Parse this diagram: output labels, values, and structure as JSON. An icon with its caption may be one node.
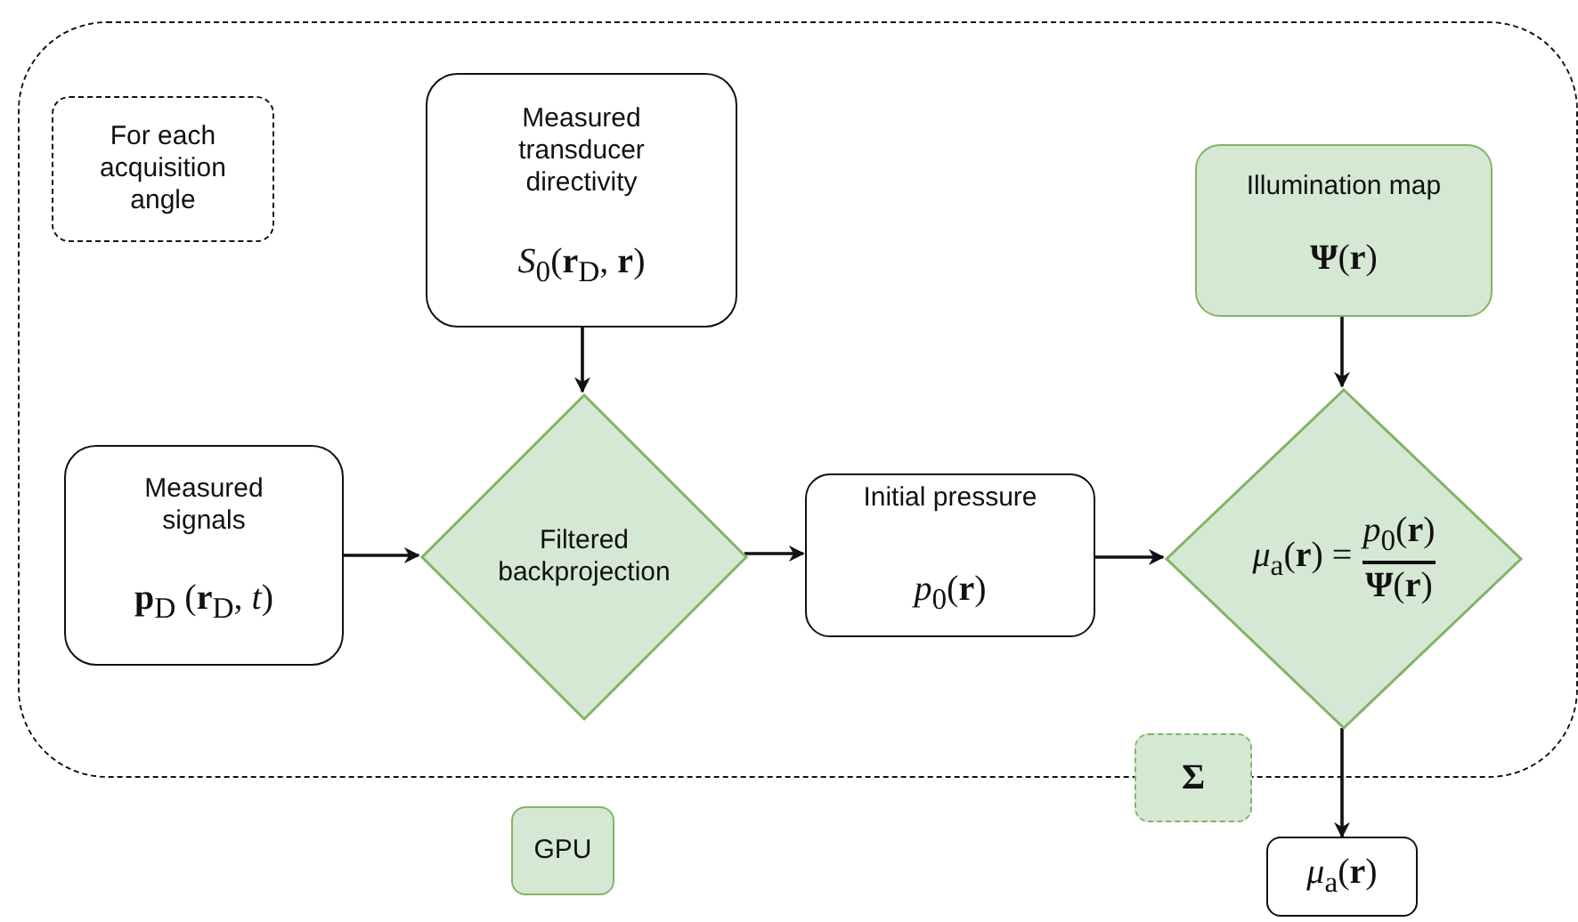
{
  "diagram": {
    "nodes": [
      {
        "text": [],
        "shape": "box"
      },
      {
        "text": [
          "For each acquisition angle"
        ],
        "in": 0
      },
      {
        "text": [
          "Measured transducer directivity",
          "*S*$_{0}$(**r**$_{D}$, **r**)"
        ],
        "in": 0
      },
      {
        "text": [
          "Illumination map",
          "**Ψ**(**r**)"
        ],
        "in": 0
      },
      {
        "text": [
          "Measured signals",
          "**p**$_{D}$ (**r**$_{D}$, *t*)"
        ],
        "in": 0
      },
      {
        "text": [
          "Filtered backprojection"
        ],
        "in": 0
      },
      {
        "text": [
          "Initial pressure",
          "*p*$_{0}$(**r**)"
        ],
        "in": 0
      },
      {
        "text": [
          "*μ*$_{a}$(**r**) =",
          "*p*$_{0}$(**r**)",
          "**Ψ**(**r**)"
        ],
        "in": 0
      },
      {
        "text": [
          "**Σ**"
        ]
      },
      {
        "text": [
          "GPU"
        ]
      },
      {
        "text": [
          "*μ*$_{a}$(**r**)"
        ]
      }
    ],
    "edges": [
      {
        "from": 2,
        "to": 5,
        "arrow": "to"
      },
      {
        "from": 4,
        "to": 5,
        "arrow": "to"
      },
      {
        "from": 5,
        "to": 6,
        "arrow": "to"
      },
      {
        "from": 6,
        "to": 7,
        "arrow": "to"
      },
      {
        "from": 3,
        "to": 7,
        "arrow": "to"
      },
      {
        "from": 7,
        "to": 10,
        "arrow": "to"
      }
    ]
  }
}
